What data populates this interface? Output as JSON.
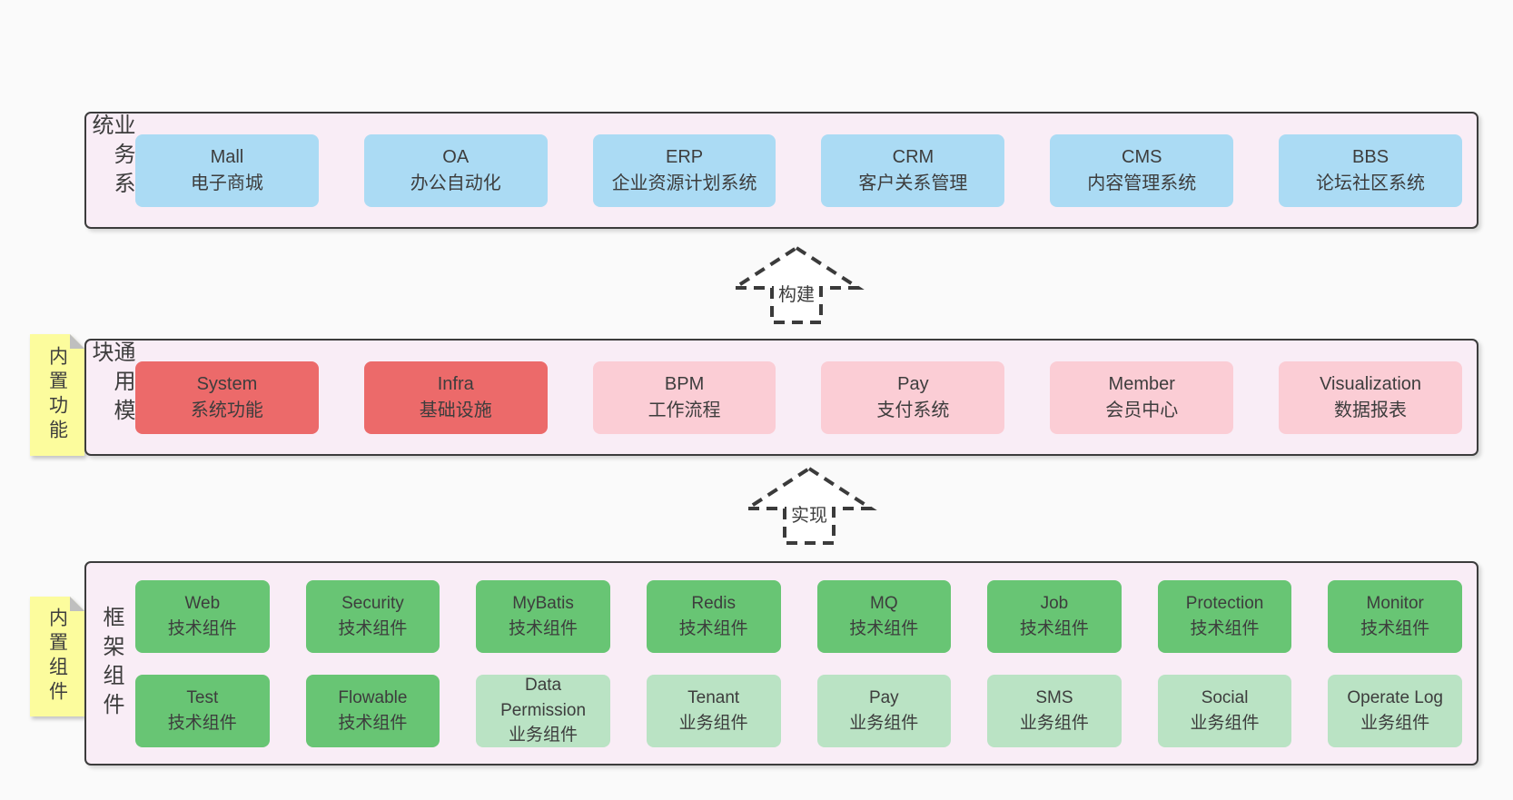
{
  "colors": {
    "bg": "#fafafa",
    "containerBg": "#f9edf6",
    "border": "#3c3c3c",
    "text": "#3d3d3d",
    "blue": "#abdbf4",
    "red": "#ec6a6a",
    "pink": "#fbcdd5",
    "green": "#68c574",
    "lightGreen": "#bae3c4",
    "yellow": "#fcfc9d",
    "fold": "#bfbfbf",
    "white": "#ffffff"
  },
  "layers": {
    "business": {
      "label": "业务系统",
      "boxes": [
        {
          "title": "Mall",
          "subtitle": "电子商城"
        },
        {
          "title": "OA",
          "subtitle": "办公自动化"
        },
        {
          "title": "ERP",
          "subtitle": "企业资源计划系统"
        },
        {
          "title": "CRM",
          "subtitle": "客户关系管理"
        },
        {
          "title": "CMS",
          "subtitle": "内容管理系统"
        },
        {
          "title": "BBS",
          "subtitle": "论坛社区系统"
        }
      ]
    },
    "modules": {
      "label": "通用模块",
      "sticky": "内置功能",
      "boxes": [
        {
          "title": "System",
          "subtitle": "系统功能"
        },
        {
          "title": "Infra",
          "subtitle": "基础设施"
        },
        {
          "title": "BPM",
          "subtitle": "工作流程"
        },
        {
          "title": "Pay",
          "subtitle": "支付系统"
        },
        {
          "title": "Member",
          "subtitle": "会员中心"
        },
        {
          "title": "Visualization",
          "subtitle": "数据报表"
        }
      ]
    },
    "framework": {
      "label": "框架组件",
      "sticky": "内置组件",
      "row1": [
        {
          "title": "Web",
          "subtitle": "技术组件"
        },
        {
          "title": "Security",
          "subtitle": "技术组件"
        },
        {
          "title": "MyBatis",
          "subtitle": "技术组件"
        },
        {
          "title": "Redis",
          "subtitle": "技术组件"
        },
        {
          "title": "MQ",
          "subtitle": "技术组件"
        },
        {
          "title": "Job",
          "subtitle": "技术组件"
        },
        {
          "title": "Protection",
          "subtitle": "技术组件"
        },
        {
          "title": "Monitor",
          "subtitle": "技术组件"
        }
      ],
      "row2": [
        {
          "title": "Test",
          "subtitle": "技术组件"
        },
        {
          "title": "Flowable",
          "subtitle": "技术组件"
        },
        {
          "title": "Data Permission",
          "subtitle": "业务组件"
        },
        {
          "title": "Tenant",
          "subtitle": "业务组件"
        },
        {
          "title": "Pay",
          "subtitle": "业务组件"
        },
        {
          "title": "SMS",
          "subtitle": "业务组件"
        },
        {
          "title": "Social",
          "subtitle": "业务组件"
        },
        {
          "title": "Operate Log",
          "subtitle": "业务组件"
        }
      ]
    }
  },
  "arrows": {
    "build": {
      "label": "构建"
    },
    "implement": {
      "label": "实现"
    }
  }
}
